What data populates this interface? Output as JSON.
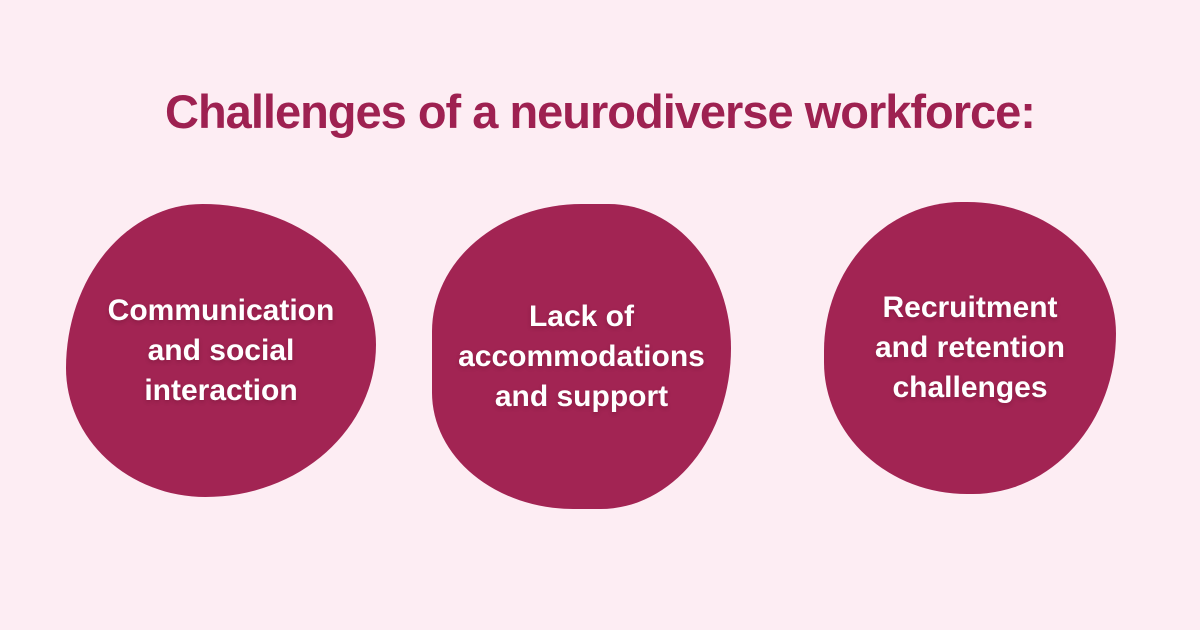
{
  "page": {
    "title": "Challenges of a neurodiverse workforce:"
  },
  "colors": {
    "background": "#FDEDF3",
    "title_text": "#9E2151",
    "blob_fill": "#A22453",
    "blob_text": "#FFFFFF"
  },
  "blobs": [
    {
      "label": "Communication and social interaction",
      "lines": [
        "Communication",
        "and social",
        "interaction"
      ]
    },
    {
      "label": "Lack of accommodations and support",
      "lines": [
        "Lack of",
        "accommodations",
        "and support"
      ]
    },
    {
      "label": "Recruitment and retention challenges",
      "lines": [
        "Recruitment",
        "and retention",
        "challenges"
      ]
    }
  ]
}
